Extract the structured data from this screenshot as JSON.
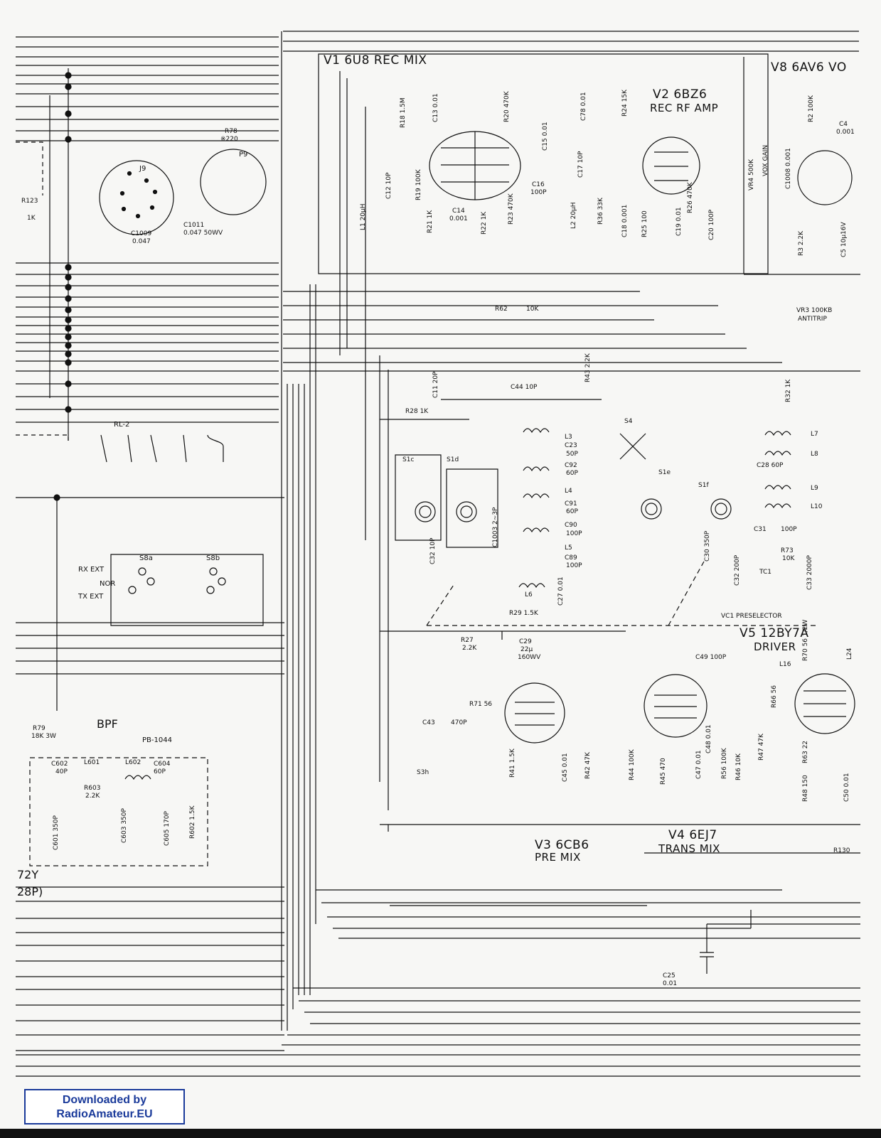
{
  "tubes": {
    "v1": "V1  6U8  REC  MIX",
    "v2_a": "V2  6BZ6",
    "v2_b": "REC  RF  AMP",
    "v8": "V8  6AV6  VO",
    "v3_a": "V3  6CB6",
    "v3_b": "PRE  MIX",
    "v4_a": "V4  6EJ7",
    "v4_b": "TRANS  MIX",
    "v5_a": "V5  12BY7A",
    "v5_b": "DRIVER"
  },
  "labels": {
    "j9": "J9",
    "p9": "P9",
    "r78": "R78",
    "r78v": "※220",
    "r123": "R123",
    "r123v": "1K",
    "c1009": "C1009",
    "c1009v": "0.047",
    "c1011": "C1011",
    "c1011v": "0.047 50WV",
    "rl2": "RL-2",
    "s8a": "S8a",
    "s8b": "S8b",
    "rxext": "RX EXT",
    "nor": "NOR",
    "txext": "TX EXT",
    "bpf": "BPF",
    "pb1044": "PB-1044",
    "r79": "R79",
    "r79v": "18K  3W",
    "c602": "C602",
    "c602v": "40P",
    "l601": "L601",
    "l602": "L602",
    "c604": "C604",
    "c604v": "60P",
    "r603": "R603",
    "r603v": "2.2K",
    "c601": "C601  350P",
    "c603": "C603  350P",
    "c605": "C605  170P",
    "r602": "R602  1.5K",
    "y72": "72Y",
    "p28": "28P)",
    "r18": "R18  1.5M",
    "c13": "C13  0.01",
    "r20": "R20  470K",
    "c15": "C15  0.01",
    "c12": "C12  10P",
    "r19": "R19  100K",
    "l1": "L1  20μH",
    "r21": "R21  1K",
    "c14": "C14",
    "c14v": "0.001",
    "r22": "R22  1K",
    "r23": "R23  470K",
    "c16": "C16",
    "c16v": "100P",
    "c78": "C78  0.01",
    "r24": "R24  15K",
    "c17": "C17  10P",
    "l2": "L2  20μH",
    "r36": "R36  33K",
    "c18": "C18  0.001",
    "r25": "R25  100",
    "c19": "C19  0.01",
    "r26": "R26  470K",
    "c20": "C20  100P",
    "r2": "R2  100K",
    "c4": "C4",
    "c4v": "0.001",
    "vr4": "VR4  500K",
    "voxgain": "VOX  GAIN",
    "c1008": "C1008  0.001",
    "r3": "R3  2.2K",
    "c5": "C5  10μ16V",
    "r62": "R62",
    "r62v": "10K",
    "vr3": "VR3  100KB",
    "antitrip": "ANTITRIP",
    "c11": "C11  20P",
    "c44": "C44  10P",
    "r43": "R43  2.2K",
    "r28": "R28  1K",
    "l3": "L3",
    "c23": "C23",
    "c23v": "50P",
    "c92": "C92",
    "c92v": "60P",
    "l4": "L4",
    "c91": "C91",
    "c91v": "60P",
    "c90": "C90",
    "c90v": "100P",
    "l5": "L5",
    "c89": "C89",
    "c89v": "100P",
    "c1003": "C1003  2~3P",
    "s1c": "S1c",
    "s1d": "S1d",
    "s1e": "S1e",
    "s1f": "S1f",
    "s4": "S4",
    "c32": "C32  10P",
    "l6": "L6",
    "r29": "R29  1.5K",
    "c27": "C27  0.01",
    "r32": "R32  1K",
    "l7": "L7",
    "l8": "L8",
    "c28": "C28  60P",
    "l9": "L9",
    "l10": "L10",
    "c31": "C31",
    "c31v": "100P",
    "r73": "R73",
    "r73v": "10K",
    "c30": "C30  350P",
    "c32b": "C32  200P",
    "tc1": "TC1",
    "c33": "C33  2000P",
    "vc1": "VC1  PRESELECTOR",
    "r27": "R27",
    "r27v": "2.2K",
    "c29": "C29",
    "c29v": "22μ",
    "c29w": "160WV",
    "r71": "R71  56",
    "c43": "C43",
    "c43v": "470P",
    "s3h": "S3h",
    "r41": "R41  1.5K",
    "c45": "C45  0.01",
    "r42": "R42  47K",
    "c49": "C49  100P",
    "r44": "R44  100K",
    "r45": "R45  470",
    "c47": "C47  0.01",
    "r56": "R56  100K",
    "r46": "R46  10K",
    "r47": "R47  47K",
    "c48": "C48  0.01",
    "r70": "R70  56  1/2W",
    "l24": "L24",
    "l16": "L16",
    "r66": "R66  56",
    "r63": "R63  22",
    "r48": "R48  150",
    "c50": "C50  0.01",
    "r130": "R130",
    "c25": "C25",
    "c25v": "0.01"
  },
  "badge": {
    "line1": "Downloaded by",
    "line2": "RadioAmateur.EU"
  },
  "colors": {
    "ink": "#111111",
    "paper": "#f7f7f5",
    "badge": "#1a3a9a"
  }
}
